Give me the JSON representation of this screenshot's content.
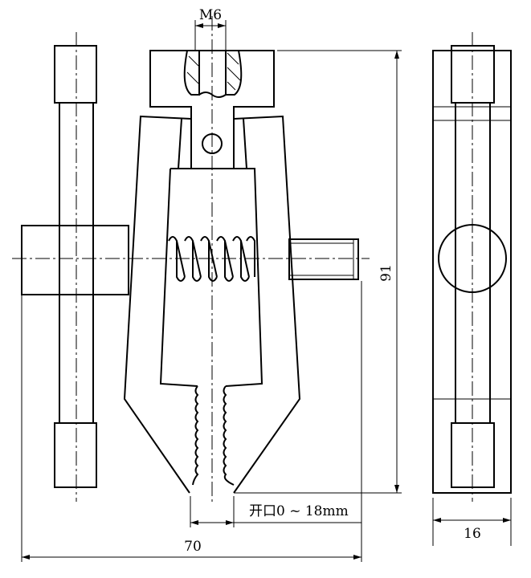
{
  "title": "Puller assembly drawing",
  "labels": {
    "thread": "M6",
    "height": "91",
    "opening": "开口0 ~ 18mm",
    "width": "70",
    "thickness": "16"
  },
  "colors": {
    "line": "#000000",
    "background": "#ffffff"
  }
}
